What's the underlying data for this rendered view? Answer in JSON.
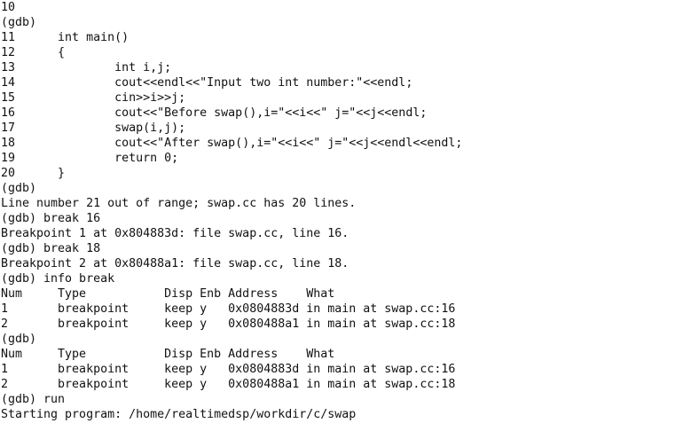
{
  "terminal": {
    "lines": [
      "10",
      "(gdb)",
      "11\tint main()",
      "12\t{",
      "13\t\tint i,j;",
      "14\t\tcout<<endl<<\"Input two int number:\"<<endl;",
      "15\t\tcin>>i>>j;",
      "16\t\tcout<<\"Before swap(),i=\"<<i<<\" j=\"<<j<<endl;",
      "17\t\tswap(i,j);",
      "18\t\tcout<<\"After swap(),i=\"<<i<<\" j=\"<<j<<endl<<endl;",
      "19\t\treturn 0;",
      "20\t}",
      "(gdb)",
      "Line number 21 out of range; swap.cc has 20 lines.",
      "(gdb) break 16",
      "Breakpoint 1 at 0x804883d: file swap.cc, line 16.",
      "(gdb) break 18",
      "Breakpoint 2 at 0x80488a1: file swap.cc, line 18.",
      "(gdb) info break",
      "Num     Type           Disp Enb Address    What",
      "1       breakpoint     keep y   0x0804883d in main at swap.cc:16",
      "2       breakpoint     keep y   0x080488a1 in main at swap.cc:18",
      "(gdb)",
      "Num     Type           Disp Enb Address    What",
      "1       breakpoint     keep y   0x0804883d in main at swap.cc:16",
      "2       breakpoint     keep y   0x080488a1 in main at swap.cc:18",
      "(gdb) run",
      "Starting program: /home/realtimedsp/workdir/c/swap"
    ]
  }
}
